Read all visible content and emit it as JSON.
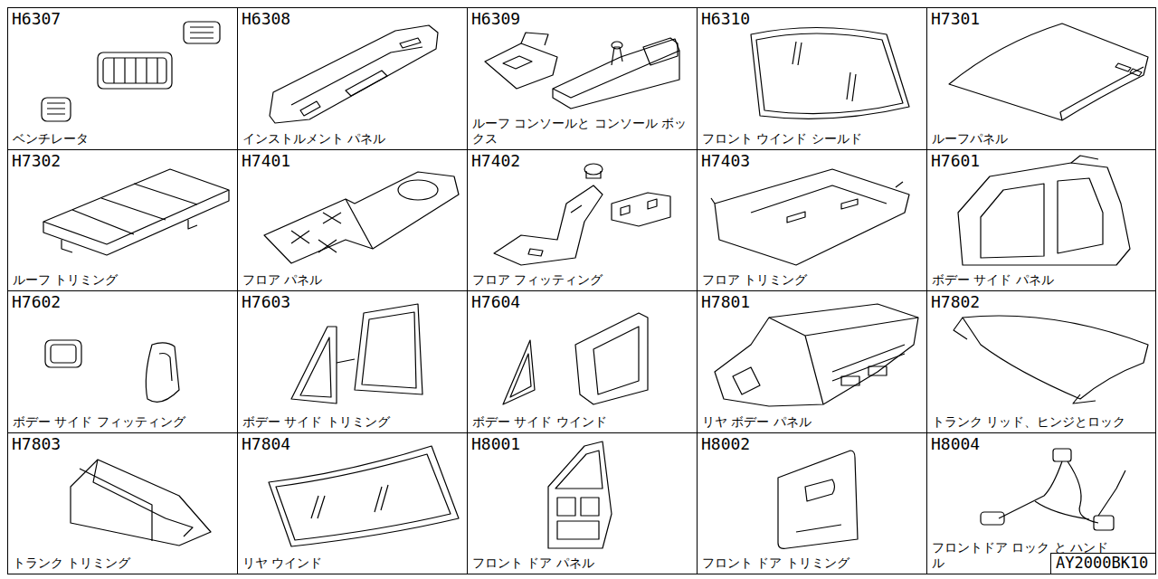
{
  "diagram": {
    "nodes": [
      {
        "text": [
          "H6307",
          "ベンチレータ"
        ]
      },
      {
        "text": [
          "H6308",
          "インストルメント パネル"
        ]
      },
      {
        "text": [
          "H6309",
          "ルーフ コンソールと コンソール ボックス"
        ]
      },
      {
        "text": [
          "H6310",
          "フロント ウインド シールド"
        ]
      },
      {
        "text": [
          "H7301",
          "ルーフパネル"
        ]
      },
      {
        "text": [
          "H7302",
          "ルーフ トリミング"
        ]
      },
      {
        "text": [
          "H7401",
          "フロア パネル"
        ]
      },
      {
        "text": [
          "H7402",
          "フロア フィッティング"
        ]
      },
      {
        "text": [
          "H7403",
          "フロア トリミング"
        ]
      },
      {
        "text": [
          "H7601",
          "ボデー サイド パネル"
        ]
      },
      {
        "text": [
          "H7602",
          "ボデー サイド フィッティング"
        ]
      },
      {
        "text": [
          "H7603",
          "ボデー サイド トリミング"
        ]
      },
      {
        "text": [
          "H7604",
          "ボデー サイド ウインド"
        ]
      },
      {
        "text": [
          "H7801",
          "リヤ ボデー パネル"
        ]
      },
      {
        "text": [
          "H7802",
          "トランク リッド、ヒンジとロック"
        ]
      },
      {
        "text": [
          "H7803",
          "トランク トリミング"
        ]
      },
      {
        "text": [
          "H7804",
          "リヤ ウインド"
        ]
      },
      {
        "text": [
          "H8001",
          "フロント ドア パネル"
        ]
      },
      {
        "text": [
          "H8002",
          "フロント ドア トリミング"
        ]
      },
      {
        "text": [
          "H8004",
          "フロントドア ロック と ハンドル"
        ]
      },
      {
        "text": [
          "AY2000BK10"
        ]
      }
    ]
  }
}
